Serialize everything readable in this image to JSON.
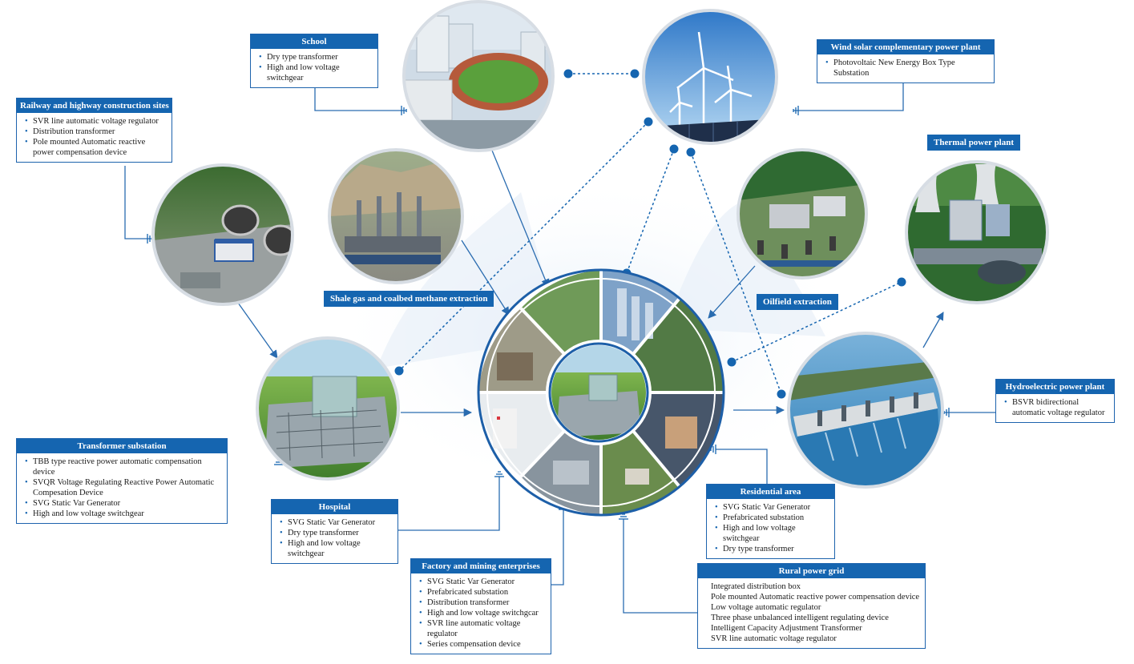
{
  "boxes": {
    "school": {
      "title": "School",
      "items": [
        "Dry type transformer",
        "High and low voltage switchgear"
      ]
    },
    "wind_solar": {
      "title": "Wind solar complementary power plant",
      "items": [
        "Photovoltaic New Energy Box Type Substation"
      ]
    },
    "railway": {
      "title": "Railway and highway construction sites",
      "items": [
        "SVR line automatic voltage regulator",
        "Distribution transformer",
        "Pole mounted  Automatic reactive power compensation device"
      ]
    },
    "thermal": {
      "title": "Thermal power plant"
    },
    "shale": {
      "title": "Shale gas and coalbed methane extraction"
    },
    "oilfield": {
      "title": "Oilfield extraction"
    },
    "hydro": {
      "title": "Hydroelectric power plant",
      "items": [
        "BSVR bidirectional automatic voltage regulator"
      ]
    },
    "transformer": {
      "title": "Transformer substation",
      "items": [
        "TBB type reactive power automatic compensation device",
        "SVQR Voltage Regulating Reactive Power Automatic Compesation Device",
        "SVG Static Var Generator",
        "High and low voltage switchgear"
      ]
    },
    "hospital": {
      "title": "Hospital",
      "items": [
        "SVG Static Var Generator",
        "Dry type transformer",
        "High and low voltage switchgear"
      ]
    },
    "residential": {
      "title": "Residential area",
      "items": [
        "SVG Static Var Generator",
        "Prefabricated substation",
        "High and low voltage switchgear",
        "Dry type transformer"
      ]
    },
    "factory": {
      "title": "Factory and mining enterprises",
      "items": [
        "SVG Static Var Generator",
        "Prefabricated substation",
        "Distribution transformer",
        "High and low voltage switchgcar",
        "SVR line automatic voltage regulator",
        "Series compensation device"
      ]
    },
    "rural": {
      "title": "Rural power grid",
      "items": [
        "Integrated distribution box",
        "Pole mounted Automatic reactive power compensation device",
        "Low voltage automatic regulator",
        "Three phase unbalanced intelligent regulating device",
        "Intelligent Capacity Adjustment Transformer",
        "SVR line automatic voltage regulator"
      ]
    }
  },
  "colors": {
    "brand_blue": "#1565b0",
    "line_blue": "#2a6cb0",
    "circle_rim": "#d7dde4",
    "sky": "#6aa7e0",
    "grass": "#5e9a3c",
    "forest": "#2f5e2a",
    "water": "#3c8fc7"
  }
}
